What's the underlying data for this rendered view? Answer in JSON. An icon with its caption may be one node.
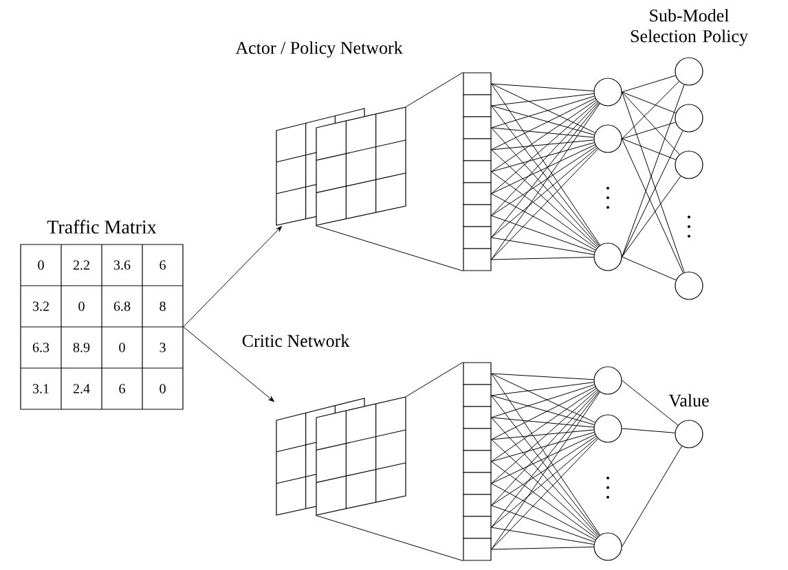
{
  "diagram": {
    "nodes": [
      {
        "text": [
          "Traffic Matrix"
        ]
      },
      {
        "text": [],
        "shape": "picture"
      },
      {
        "text": [],
        "shape": "box"
      },
      {
        "text": [],
        "shape": "box"
      },
      {
        "text": [],
        "shape": "box"
      },
      {
        "text": [],
        "shape": "box"
      },
      {
        "text": [],
        "shape": "box"
      },
      {
        "text": [],
        "shape": "box"
      },
      {
        "text": [],
        "shape": "box"
      },
      {
        "text": [],
        "shape": "box"
      },
      {
        "text": [],
        "shape": "box"
      },
      {
        "text": [],
        "shape": "circle"
      },
      {
        "text": [],
        "shape": "circle"
      },
      {
        "text": [],
        "shape": "circle"
      },
      {
        "text": [],
        "shape": "circle"
      },
      {
        "text": [],
        "shape": "circle"
      },
      {
        "text": [],
        "shape": "circle"
      },
      {
        "text": [],
        "shape": "circle"
      },
      {
        "text": [],
        "shape": "picture"
      },
      {
        "text": [],
        "shape": "box"
      },
      {
        "text": [],
        "shape": "box"
      },
      {
        "text": [],
        "shape": "box"
      },
      {
        "text": [],
        "shape": "box"
      },
      {
        "text": [],
        "shape": "box"
      },
      {
        "text": [],
        "shape": "box"
      },
      {
        "text": [],
        "shape": "box"
      },
      {
        "text": [],
        "shape": "box"
      },
      {
        "text": [],
        "shape": "box"
      },
      {
        "text": [],
        "shape": "circle"
      },
      {
        "text": [],
        "shape": "circle"
      },
      {
        "text": [],
        "shape": "circle"
      },
      {
        "text": [],
        "shape": "circle",
        "beside": [
          "Value"
        ]
      }
    ],
    "edges": [
      {
        "from": 0,
        "to": 1,
        "arrow": "to"
      },
      {
        "from": 0,
        "to": 18,
        "arrow": "to"
      },
      {
        "from": 2,
        "to": 11,
        "arrow": "none"
      },
      {
        "from": 2,
        "to": 12,
        "arrow": "none"
      },
      {
        "from": 2,
        "to": 13,
        "arrow": "none"
      },
      {
        "from": 3,
        "to": 11,
        "arrow": "none"
      },
      {
        "from": 3,
        "to": 12,
        "arrow": "none"
      },
      {
        "from": 3,
        "to": 13,
        "arrow": "none"
      },
      {
        "from": 4,
        "to": 11,
        "arrow": "none"
      },
      {
        "from": 4,
        "to": 12,
        "arrow": "none"
      },
      {
        "from": 4,
        "to": 13,
        "arrow": "none"
      },
      {
        "from": 5,
        "to": 11,
        "arrow": "none"
      },
      {
        "from": 5,
        "to": 12,
        "arrow": "none"
      },
      {
        "from": 5,
        "to": 13,
        "arrow": "none"
      },
      {
        "from": 6,
        "to": 11,
        "arrow": "none"
      },
      {
        "from": 6,
        "to": 12,
        "arrow": "none"
      },
      {
        "from": 6,
        "to": 13,
        "arrow": "none"
      },
      {
        "from": 7,
        "to": 11,
        "arrow": "none"
      },
      {
        "from": 7,
        "to": 12,
        "arrow": "none"
      },
      {
        "from": 7,
        "to": 13,
        "arrow": "none"
      },
      {
        "from": 8,
        "to": 11,
        "arrow": "none"
      },
      {
        "from": 8,
        "to": 12,
        "arrow": "none"
      },
      {
        "from": 8,
        "to": 13,
        "arrow": "none"
      },
      {
        "from": 9,
        "to": 11,
        "arrow": "none"
      },
      {
        "from": 9,
        "to": 12,
        "arrow": "none"
      },
      {
        "from": 9,
        "to": 13,
        "arrow": "none"
      },
      {
        "from": 10,
        "to": 11,
        "arrow": "none"
      },
      {
        "from": 10,
        "to": 12,
        "arrow": "none"
      },
      {
        "from": 10,
        "to": 13,
        "arrow": "none"
      },
      {
        "from": 11,
        "to": 14,
        "arrow": "none"
      },
      {
        "from": 11,
        "to": 15,
        "arrow": "none"
      },
      {
        "from": 11,
        "to": 16,
        "arrow": "none"
      },
      {
        "from": 11,
        "to": 17,
        "arrow": "none"
      },
      {
        "from": 12,
        "to": 14,
        "arrow": "none"
      },
      {
        "from": 12,
        "to": 15,
        "arrow": "none"
      },
      {
        "from": 12,
        "to": 16,
        "arrow": "none"
      },
      {
        "from": 12,
        "to": 17,
        "arrow": "none"
      },
      {
        "from": 13,
        "to": 14,
        "arrow": "none"
      },
      {
        "from": 13,
        "to": 15,
        "arrow": "none"
      },
      {
        "from": 13,
        "to": 16,
        "arrow": "none"
      },
      {
        "from": 13,
        "to": 17,
        "arrow": "none"
      },
      {
        "from": 19,
        "to": 28,
        "arrow": "none"
      },
      {
        "from": 19,
        "to": 29,
        "arrow": "none"
      },
      {
        "from": 19,
        "to": 30,
        "arrow": "none"
      },
      {
        "from": 20,
        "to": 28,
        "arrow": "none"
      },
      {
        "from": 20,
        "to": 29,
        "arrow": "none"
      },
      {
        "from": 20,
        "to": 30,
        "arrow": "none"
      },
      {
        "from": 21,
        "to": 28,
        "arrow": "none"
      },
      {
        "from": 21,
        "to": 29,
        "arrow": "none"
      },
      {
        "from": 21,
        "to": 30,
        "arrow": "none"
      },
      {
        "from": 22,
        "to": 28,
        "arrow": "none"
      },
      {
        "from": 22,
        "to": 29,
        "arrow": "none"
      },
      {
        "from": 22,
        "to": 30,
        "arrow": "none"
      },
      {
        "from": 23,
        "to": 28,
        "arrow": "none"
      },
      {
        "from": 23,
        "to": 29,
        "arrow": "none"
      },
      {
        "from": 23,
        "to": 30,
        "arrow": "none"
      },
      {
        "from": 24,
        "to": 28,
        "arrow": "none"
      },
      {
        "from": 24,
        "to": 29,
        "arrow": "none"
      },
      {
        "from": 24,
        "to": 30,
        "arrow": "none"
      },
      {
        "from": 25,
        "to": 28,
        "arrow": "none"
      },
      {
        "from": 25,
        "to": 29,
        "arrow": "none"
      },
      {
        "from": 25,
        "to": 30,
        "arrow": "none"
      },
      {
        "from": 26,
        "to": 28,
        "arrow": "none"
      },
      {
        "from": 26,
        "to": 29,
        "arrow": "none"
      },
      {
        "from": 26,
        "to": 30,
        "arrow": "none"
      },
      {
        "from": 27,
        "to": 28,
        "arrow": "none"
      },
      {
        "from": 27,
        "to": 29,
        "arrow": "none"
      },
      {
        "from": 27,
        "to": 30,
        "arrow": "none"
      },
      {
        "from": 28,
        "to": 31,
        "arrow": "none"
      },
      {
        "from": 29,
        "to": 31,
        "arrow": "none"
      },
      {
        "from": 30,
        "to": 31,
        "arrow": "none"
      },
      {
        "from": 1,
        "to": 2,
        "arrow": "none"
      },
      {
        "from": 1,
        "to": 10,
        "arrow": "none"
      },
      {
        "from": 18,
        "to": 19,
        "arrow": "none"
      },
      {
        "from": 18,
        "to": 27,
        "arrow": "none"
      }
    ],
    "labels": [
      "Actor / Policy Network",
      "Sub-Model Selection Policy",
      "Critic Network",
      "0",
      "2.2",
      "3.6",
      "6",
      "3.2",
      "0",
      "6.8",
      "8",
      "6.3",
      "8.9",
      "0",
      "3",
      "3.1",
      "2.4",
      "6",
      "0"
    ]
  }
}
